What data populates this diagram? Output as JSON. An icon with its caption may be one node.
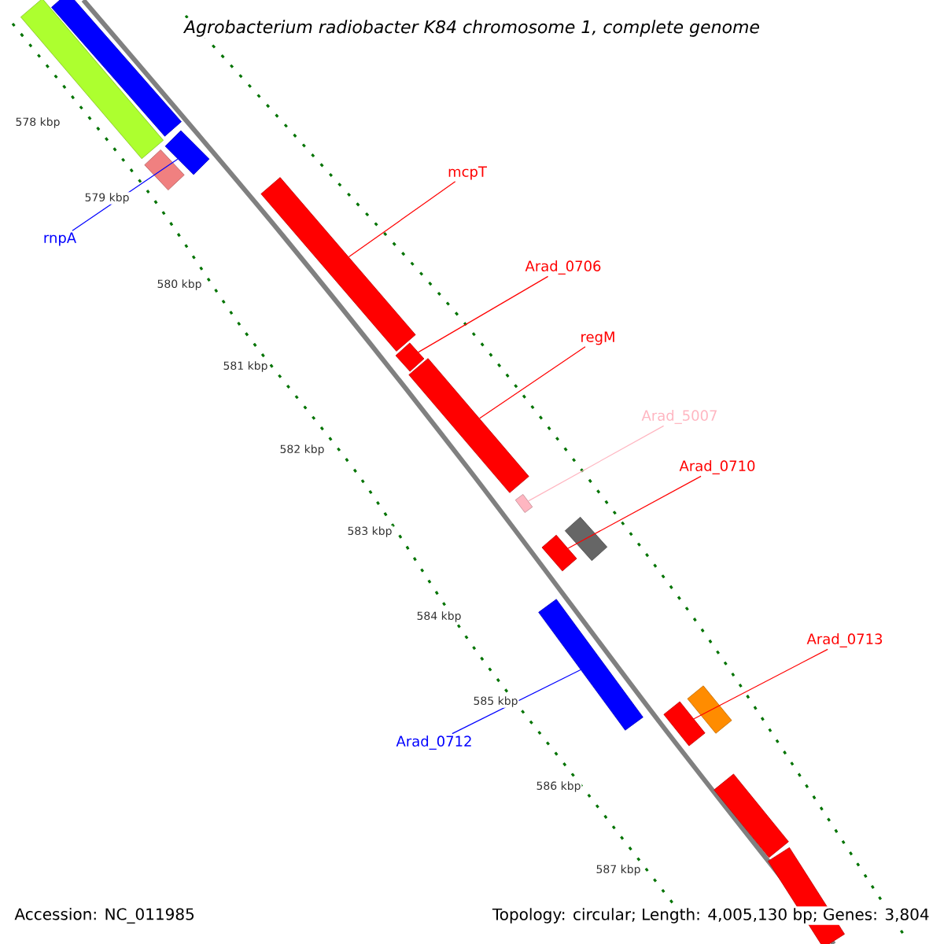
{
  "diagram": {
    "title": "Agrobacterium radiobacter K84 chromosome 1, complete genome",
    "nodes": [
      {
        "text": [],
        "shape": "bar"
      },
      {
        "text": [],
        "shape": "bar"
      },
      {
        "text": [],
        "shape": "bar"
      },
      {
        "text": [],
        "shape": "bar"
      },
      {
        "text": [],
        "shape": "bar"
      },
      {
        "text": [],
        "shape": "bar"
      },
      {
        "text": [],
        "shape": "bar"
      },
      {
        "text": [],
        "shape": "bar"
      },
      {
        "text": [],
        "shape": "bar"
      },
      {
        "text": [],
        "shape": "bar"
      },
      {
        "text": [],
        "shape": "bar"
      },
      {
        "text": [],
        "shape": "bar"
      },
      {
        "text": [],
        "shape": "bar"
      },
      {
        "text": [],
        "shape": "bar"
      },
      {
        "text": [],
        "shape": "bar"
      },
      {
        "text": [
          "rnpA"
        ]
      },
      {
        "text": [
          "mcpT"
        ]
      },
      {
        "text": [
          "Arad_0706"
        ]
      },
      {
        "text": [
          "regM"
        ]
      },
      {
        "text": [
          "Arad_5007"
        ]
      },
      {
        "text": [
          "Arad_0710"
        ]
      },
      {
        "text": [
          "Arad_0713"
        ]
      },
      {
        "text": [
          "Arad_0712"
        ]
      }
    ],
    "edges": [
      {
        "from": 15,
        "to": 2,
        "arrow": "none",
        "color": "#0000ff"
      },
      {
        "from": 16,
        "to": 4,
        "arrow": "none"
      },
      {
        "from": 17,
        "to": 5,
        "arrow": "none"
      },
      {
        "from": 18,
        "to": 6,
        "arrow": "none"
      },
      {
        "from": 19,
        "to": 7,
        "arrow": "none",
        "color": "#ffb6c1"
      },
      {
        "from": 20,
        "to": 8,
        "arrow": "none"
      },
      {
        "from": 21,
        "to": 11,
        "arrow": "none"
      },
      {
        "from": 22,
        "to": 10,
        "arrow": "none",
        "color": "#0000ff"
      }
    ],
    "labels": [
      "578 kbp",
      "579 kbp",
      "580 kbp",
      "581 kbp",
      "582 kbp",
      "583 kbp",
      "584 kbp",
      "585 kbp",
      "586 kbp",
      "587 kbp",
      "Accession: NC_011985",
      "Topology: circular; Length: 4,005,130 bp; Genes: 3,804"
    ]
  }
}
